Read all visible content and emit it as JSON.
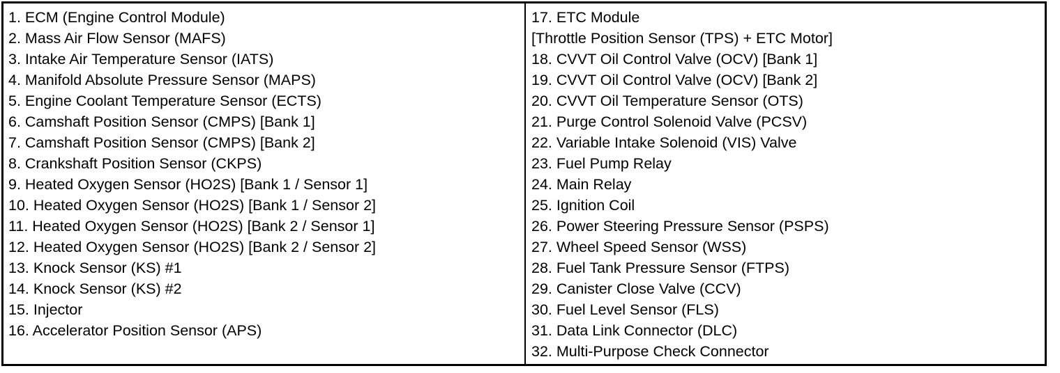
{
  "document": {
    "type": "component-location-index",
    "title": "",
    "border_color": "#000000",
    "background_color": "#ffffff",
    "text_color": "#000000"
  },
  "columns": [
    {
      "id": "left-column",
      "items": [
        "1. ECM (Engine Control Module)",
        "2. Mass Air Flow Sensor (MAFS)",
        "3. Intake Air Temperature Sensor (IATS)",
        "4. Manifold Absolute Pressure Sensor (MAPS)",
        "5. Engine Coolant Temperature Sensor (ECTS)",
        "6. Camshaft Position Sensor (CMPS) [Bank 1]",
        "7. Camshaft Position Sensor (CMPS) [Bank 2]",
        "8. Crankshaft Position Sensor (CKPS)",
        "9. Heated Oxygen Sensor (HO2S) [Bank 1 / Sensor 1]",
        "10. Heated Oxygen Sensor (HO2S) [Bank 1 / Sensor 2]",
        "11. Heated Oxygen Sensor (HO2S) [Bank 2 / Sensor 1]",
        "12. Heated Oxygen Sensor (HO2S) [Bank 2 / Sensor 2]",
        "13. Knock Sensor (KS) #1",
        "14. Knock Sensor (KS) #2",
        "15. Injector",
        "16. Accelerator Position Sensor (APS)"
      ]
    },
    {
      "id": "right-column",
      "items": [
        "17. ETC Module",
        "[Throttle Position Sensor (TPS) + ETC Motor]",
        "18. CVVT Oil Control Valve (OCV) [Bank 1]",
        "19. CVVT Oil Control Valve (OCV) [Bank 2]",
        "20. CVVT Oil Temperature Sensor (OTS)",
        "21. Purge Control Solenoid Valve (PCSV)",
        "22. Variable Intake Solenoid (VIS) Valve",
        "23. Fuel Pump Relay",
        "24. Main Relay",
        "25. Ignition Coil",
        "26. Power Steering Pressure Sensor (PSPS)",
        "27. Wheel Speed Sensor (WSS)",
        "28. Fuel Tank Pressure Sensor (FTPS)",
        "29. Canister Close Valve (CCV)",
        "30. Fuel Level Sensor (FLS)",
        "31. Data Link Connector (DLC)",
        "32. Multi-Purpose Check Connector"
      ]
    }
  ]
}
